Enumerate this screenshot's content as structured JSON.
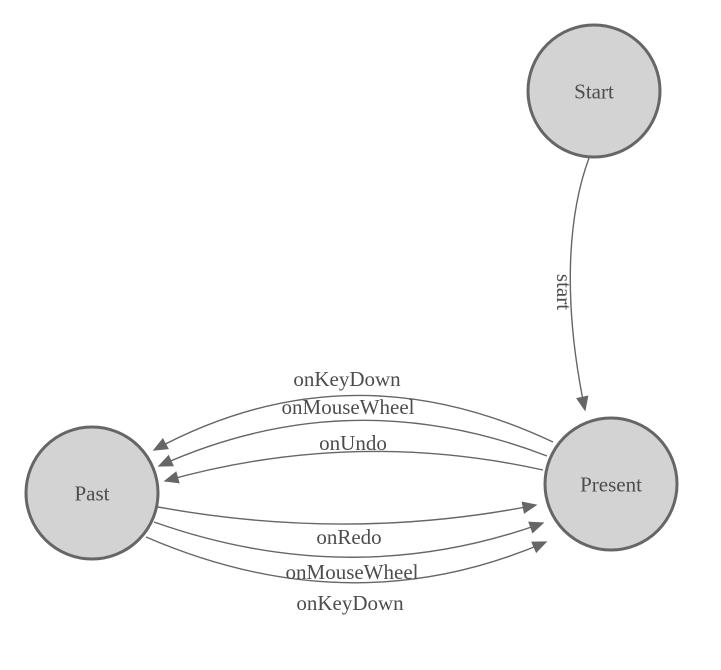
{
  "diagram": {
    "type": "state-machine",
    "background": "#ffffff",
    "colors": {
      "node_fill": "#d3d3d3",
      "node_stroke": "#666666",
      "edge": "#666666",
      "arrow": "#666666",
      "label": "#4d4d4d"
    },
    "nodes": [
      {
        "id": "start",
        "label": "Start"
      },
      {
        "id": "present",
        "label": "Present"
      },
      {
        "id": "past",
        "label": "Past"
      }
    ],
    "edges": [
      {
        "id": "start-to-present",
        "from": "Start",
        "to": "Present",
        "label": "start"
      },
      {
        "id": "present-to-past-onkeydown",
        "from": "Present",
        "to": "Past",
        "label": "onKeyDown"
      },
      {
        "id": "present-to-past-onmousewheel",
        "from": "Present",
        "to": "Past",
        "label": "onMouseWheel"
      },
      {
        "id": "present-to-past-onundo",
        "from": "Present",
        "to": "Past",
        "label": "onUndo"
      },
      {
        "id": "past-to-present-onredo",
        "from": "Past",
        "to": "Present",
        "label": "onRedo"
      },
      {
        "id": "past-to-present-onmousewheel",
        "from": "Past",
        "to": "Present",
        "label": "onMouseWheel"
      },
      {
        "id": "past-to-present-onkeydown",
        "from": "Past",
        "to": "Present",
        "label": "onKeyDown"
      }
    ]
  }
}
